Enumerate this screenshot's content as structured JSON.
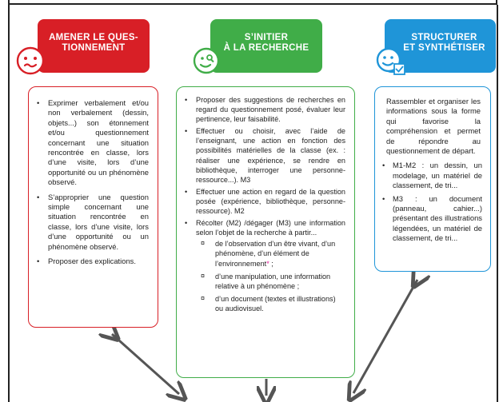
{
  "columns": {
    "left": {
      "title": "AMENER LE QUES-\nTIONNEMENT",
      "color": "#d81f26",
      "icon": "thinking-face-icon",
      "items": [
        "Exprimer verbalement et/ou non verbalement (dessin, objets...) son étonnement et/ou questionnement concernant une situation rencontrée en classe, lors d’une visite, lors d’une opportunité ou un phénomène observé.",
        "S’approprier une question simple concernant une situation rencontrée en classe, lors d’une visite, lors d’une opportunité ou un phénomène observé.",
        "Proposer des explications."
      ]
    },
    "center": {
      "title": "S’INITIER\nÀ LA RECHERCHE",
      "color": "#40ad48",
      "icon": "magnifier-face-icon",
      "items": [
        "Proposer des suggestions de recherches en regard du questionnement posé, évaluer leur pertinence, leur faisabilité.",
        "Effectuer ou choisir, avec l’aide de l’enseignant, une action en fonction des possibilités matérielles de la classe (ex. : réaliser une expérience, se rendre en bibliothèque, interroger une personne-ressource...). M3",
        "Effectuer une action en regard de la question posée (expérience, bibliothèque, personne-ressource). M2",
        "Récolter (M2) /dégager (M3) une information selon l’objet de la recherche à partir..."
      ],
      "subitems": [
        "de l’observation d’un être vivant, d’un phénomène, d’un élément de l’environnement",
        "d’une manipulation, une information relative à un phénomène ;",
        "d’un document (textes et illustrations) ou audiovisuel."
      ],
      "subitem_suffix_1": " ;",
      "asterisk": "*"
    },
    "right": {
      "title": "STRUCTURER\nET SYNTHÉTISER",
      "color": "#1f95d8",
      "icon": "checklist-face-icon",
      "intro": "Rassembler et organiser les informations sous la forme qui favorise la compréhension et permet de répondre au questionnement de départ.",
      "items": [
        "M1-M2 : un dessin, un modelage, un matériel de classement, de tri...",
        "M3 : un document (panneau, cahier...) présentant des illustrations légendées, un matériel de classement, de tri..."
      ]
    }
  },
  "bullet": "•",
  "sub_bullet": "¤",
  "arrow_color": "#555555"
}
